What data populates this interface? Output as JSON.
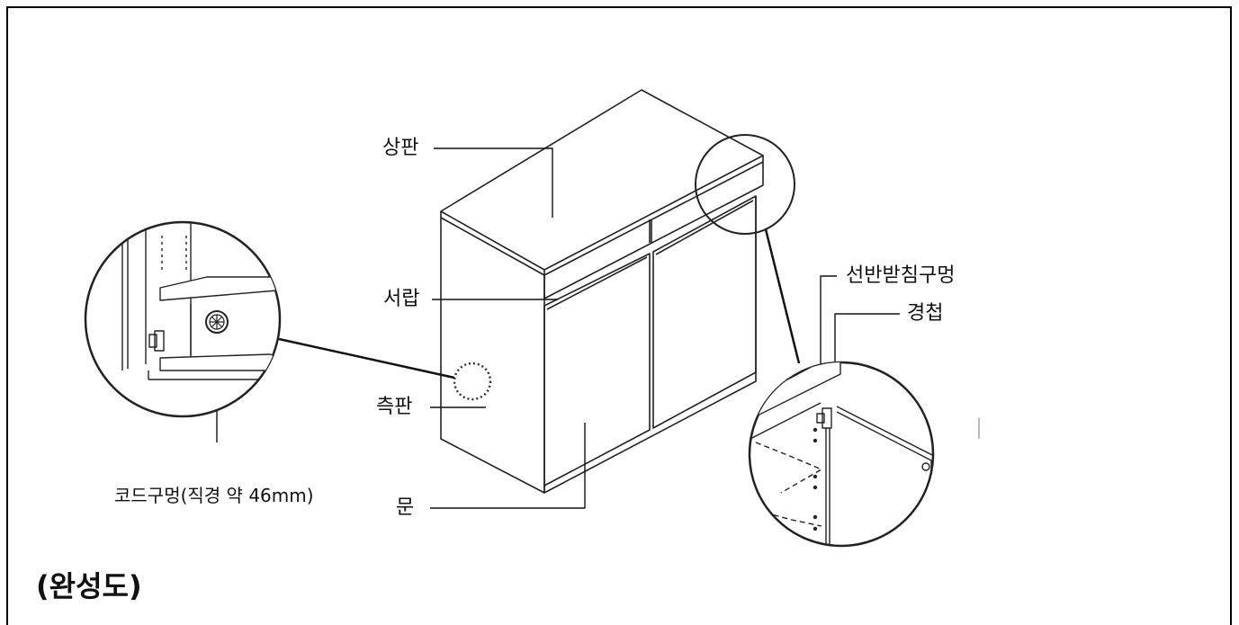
{
  "labels": {
    "top_panel": "상판",
    "drawer": "서랍",
    "side_panel": "측판",
    "door": "문",
    "cord_hole": "코드구멍(직경 약 46mm)",
    "shelf_support_holes": "선반받침구멍",
    "hinge": "경첩"
  },
  "title": "(완성도)",
  "colors": {
    "line": "#222222",
    "frame": "#000000"
  }
}
